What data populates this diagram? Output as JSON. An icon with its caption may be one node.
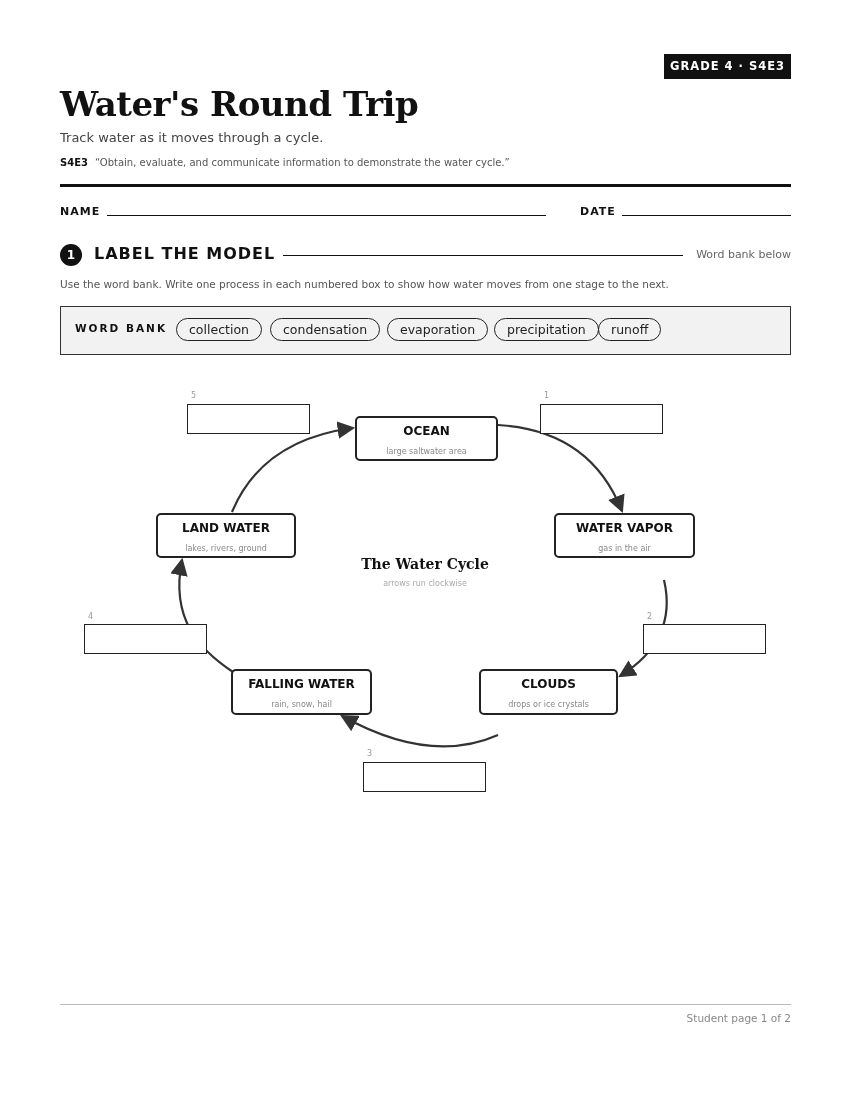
{
  "diagram": {
    "title": "Water's Round Trip",
    "nodes": [
      {
        "text": [
          "OCEAN",
          "large saltwater area"
        ]
      },
      {
        "text": [
          "WATER VAPOR",
          "gas in the air"
        ]
      },
      {
        "text": [
          "CLOUDS",
          "drops or ice crystals"
        ]
      },
      {
        "text": [
          "FALLING WATER",
          "rain, snow, hail"
        ]
      },
      {
        "text": [
          "LAND WATER",
          "lakes, rivers, ground"
        ]
      }
    ],
    "edges": [
      {
        "from": 0,
        "to": 1,
        "arrow": "to"
      },
      {
        "from": 1,
        "to": 2,
        "arrow": "to"
      },
      {
        "from": 2,
        "to": 3,
        "arrow": "to"
      },
      {
        "from": 3,
        "to": 4,
        "arrow": "to"
      },
      {
        "from": 4,
        "to": 0,
        "arrow": "to"
      }
    ],
    "labels": [
      "GRADE 4 · S4E3",
      "Track water as it moves through a cycle.",
      "S4E3",
      "“Obtain, evaluate, and communicate information to demonstrate the water cycle.”",
      "NAME",
      "DATE",
      "1",
      "LABEL THE MODEL",
      "Word bank below",
      "Use the word bank. Write one process in each numbered box to show how water moves from one stage to the next.",
      "WORD BANK",
      "collection",
      "condensation",
      "evaporation",
      "precipitation",
      "runoff",
      "5",
      "1",
      "The Water Cycle",
      "arrows run clockwise",
      "4",
      "2",
      "3",
      "Student page 1 of 2"
    ]
  }
}
